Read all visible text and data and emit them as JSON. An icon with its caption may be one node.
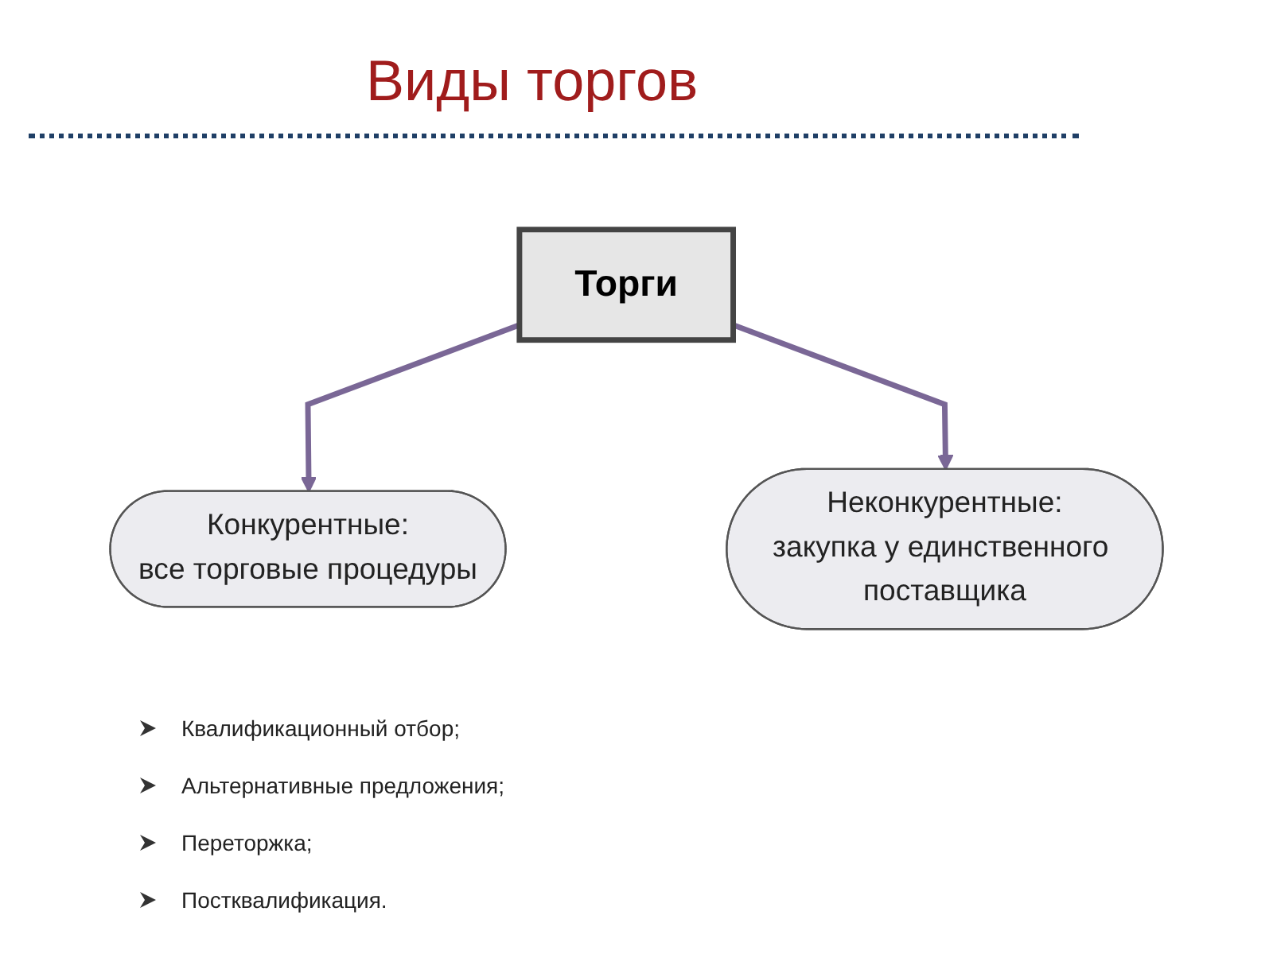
{
  "diagram": {
    "title": "Виды торгов",
    "nodes": [
      {
        "text": [
          "Торги"
        ]
      },
      {
        "text": [
          "Конкурентные:",
          "все торговые процедуры"
        ]
      },
      {
        "text": [
          "Неконкурентные:",
          "закупка у единственного поставщика"
        ]
      }
    ],
    "edges": [
      {
        "from": 0,
        "to": 1,
        "arrow": "to"
      },
      {
        "from": 0,
        "to": 2,
        "arrow": "to"
      }
    ],
    "labels": [
      "Квалификационный отбор;",
      "Альтернативные предложения;",
      "Переторжка;",
      "Постквалификация."
    ]
  }
}
